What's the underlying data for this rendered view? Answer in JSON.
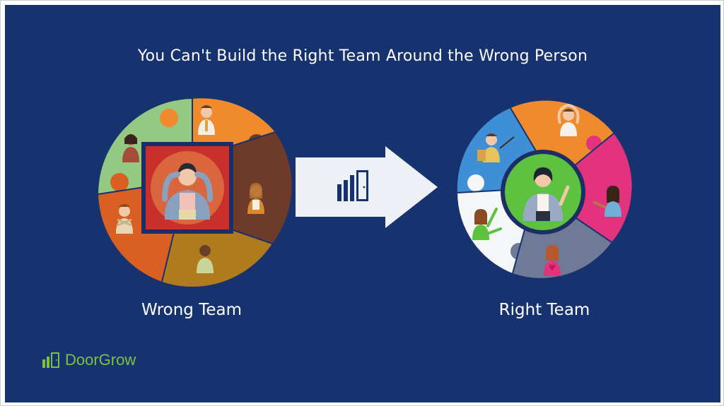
{
  "title": "You Can't Build the Right Team Around the Wrong Person",
  "left_team": {
    "caption": "Wrong Team"
  },
  "right_team": {
    "caption": "Right Team"
  },
  "logo": {
    "name": "DoorGrow",
    "icon": "doorgrow-logo-icon"
  },
  "colors": {
    "background": "#16326f",
    "arrow": "#edf0f4",
    "wrong_center": "#c9302c",
    "right_center": "#5cc23f",
    "brand_green": "#7cc242",
    "wrong_pieces": [
      "#f08a2d",
      "#6e3a2a",
      "#b07b1c",
      "#d95f22",
      "#93c982"
    ],
    "right_pieces": [
      "#f08a2d",
      "#e3337e",
      "#6f7b96",
      "#f4f6f8",
      "#3f8fd6"
    ]
  }
}
